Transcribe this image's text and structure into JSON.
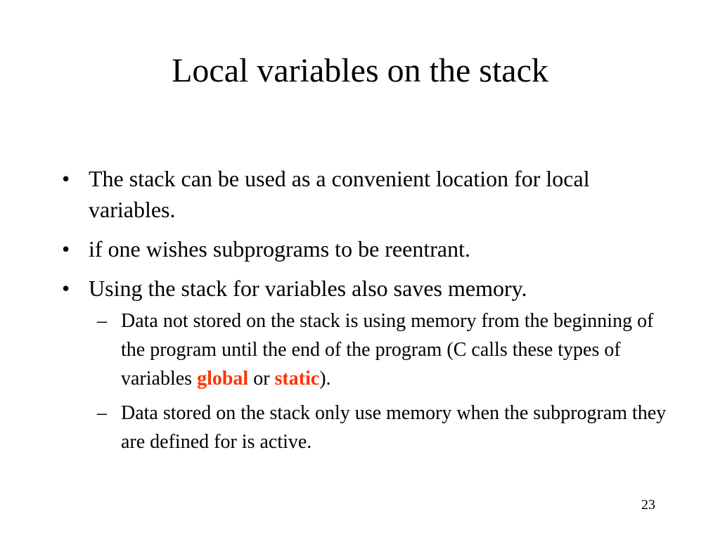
{
  "slide": {
    "title": "Local variables on the stack",
    "bullets": [
      {
        "marker": "•",
        "text": "The stack can be used as a convenient location for local variables."
      },
      {
        "marker": "•",
        "text": "if one wishes subprograms to be reentrant."
      },
      {
        "marker": "•",
        "text": "Using the stack for variables also saves memory."
      }
    ],
    "sub_bullets": [
      {
        "marker": "–",
        "text_before": "Data not stored on the stack is using memory from the beginning of the program until the end of the program (C calls these types of variables ",
        "emphasis_1": "global",
        "text_middle": " or ",
        "emphasis_2": "static",
        "text_after": ")."
      },
      {
        "marker": "–",
        "text": "Data stored on the stack only use memory when the subprogram they are defined for is active."
      }
    ],
    "page_number": "23",
    "colors": {
      "text": "#000000",
      "emphasis": "#ff3300",
      "background": "#ffffff"
    }
  }
}
